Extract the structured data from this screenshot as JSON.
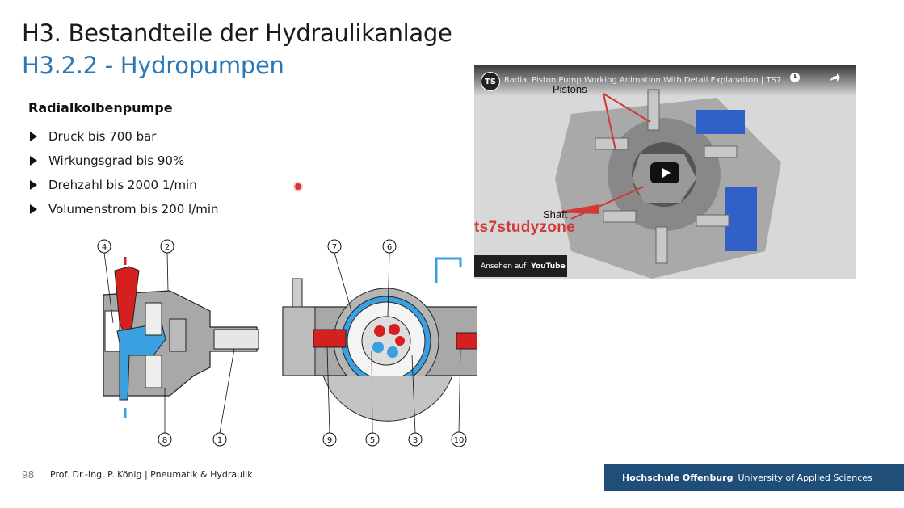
{
  "slide": {
    "title": "H3. Bestandteile der Hydraulikanlage",
    "subtitle": "H3.2.2 - Hydropumpen",
    "heading": "Radialkolbenpumpe",
    "bullets": [
      "Druck bis 700 bar",
      "Wirkungsgrad bis  90%",
      "Drehzahl bis 2000 1/min",
      "Volumenstrom bis 200 l/min"
    ]
  },
  "video": {
    "channel_logo": "TS",
    "title": "Radial Piston Pump Working Animation With Detail Explanation | TS7...",
    "label_pistons": "Pistons",
    "label_shaft": "Shaft",
    "brand_text": "ts7studyzone",
    "watch_on": "Ansehen auf",
    "youtube": "YouTube",
    "icons": [
      "clock-icon",
      "share-icon",
      "play-icon"
    ]
  },
  "diagram": {
    "callouts": [
      "4",
      "2",
      "8",
      "1",
      "7",
      "6",
      "9",
      "5",
      "3",
      "10"
    ]
  },
  "footer": {
    "page": "98",
    "author": "Prof. Dr.-Ing. P. König | Pneumatik & Hydraulik",
    "school": "Hochschule Offenburg",
    "school_sub": "University of Applied Sciences"
  },
  "colors": {
    "accent_blue": "#2a78b6",
    "footer_bg": "#1f4e79",
    "hydraulic_red": "#d62020",
    "hydraulic_blue": "#3aa0e0"
  }
}
